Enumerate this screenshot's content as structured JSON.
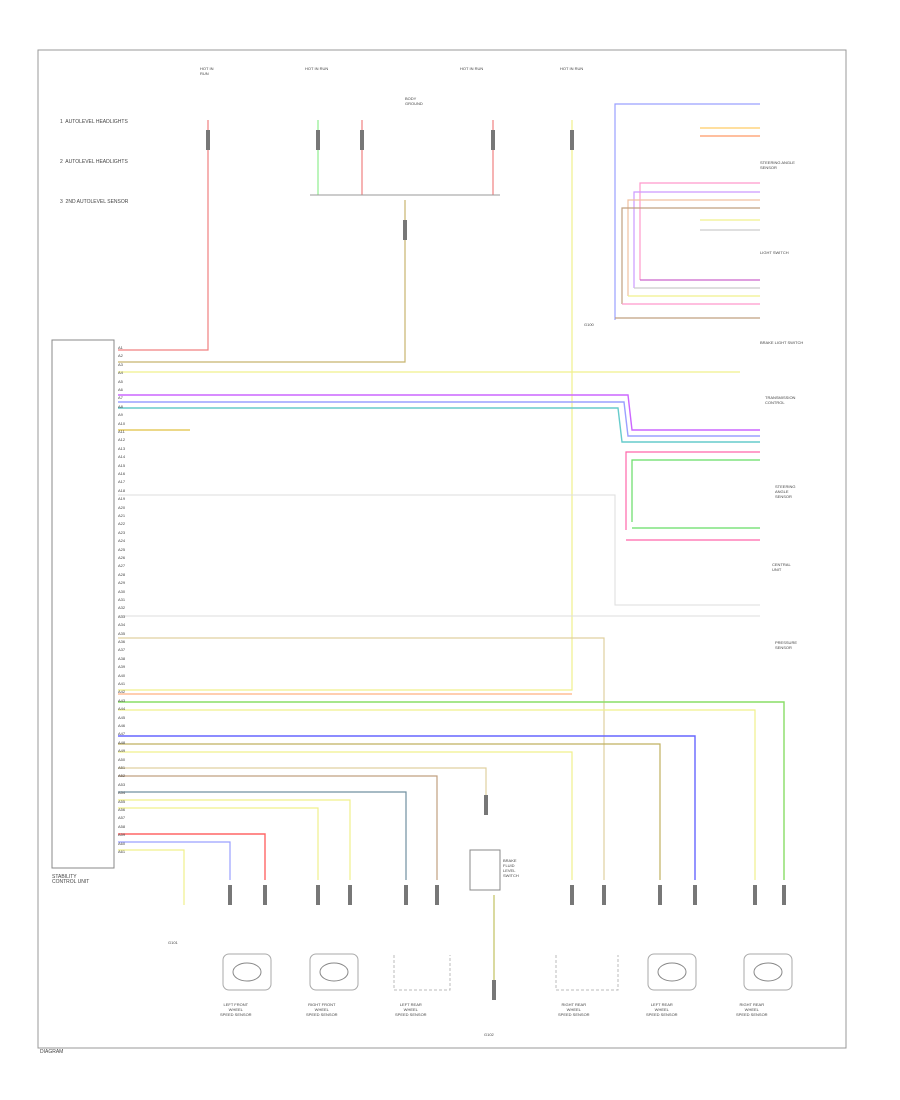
{
  "diagram": {
    "notes": [
      "1  AUTOLEVEL HEADLIGHTS",
      "2  AUTOLEVEL HEADLIGHTS",
      "3  2ND AUTOLEVEL SENSOR"
    ],
    "top_labels": {
      "fuse_a": "HOT IN\nRUN",
      "fuse_b": "HOT IN RUN",
      "fuse_c": "HOT IN RUN",
      "fuse_d": "HOT IN RUN",
      "splice_note": "BODY\nGROUND"
    },
    "control_unit_label": "STABILITY\nCONTROL UNIT",
    "left_pins": [
      "A1",
      "A2",
      "A3",
      "A4",
      "A5",
      "A6",
      "A7",
      "A8",
      "A9",
      "A10",
      "A11",
      "A12",
      "A13",
      "A14",
      "A15",
      "A16",
      "A17",
      "A18",
      "A19",
      "A20",
      "A21",
      "A22",
      "A23",
      "A24",
      "A25",
      "A26",
      "A27",
      "A28",
      "A29",
      "A30",
      "A31",
      "A32",
      "A33",
      "A34",
      "A35",
      "A36",
      "A37",
      "A38",
      "A39",
      "A40",
      "A41",
      "A42",
      "A43",
      "A44",
      "A45",
      "A46",
      "A47",
      "A48",
      "A49",
      "A50",
      "A51",
      "A52",
      "A53",
      "A54",
      "A55",
      "A56",
      "A57",
      "A58",
      "A59",
      "A60",
      "A61"
    ],
    "right_components": [
      "STEERING ANGLE\nSENSOR",
      "LIGHT SWITCH",
      "BRAKE LIGHT SWITCH",
      "TRANSMISSION\nCONTROL",
      "STEERING\nANGLE\nSENSOR",
      "CENTRAL\nUNIT",
      "PRESSURE\nSENSOR"
    ],
    "ground_labels": [
      "G100",
      "G101",
      "G102"
    ],
    "bottom_components": [
      "LEFT FRONT\nWHEEL\nSPEED SENSOR",
      "RIGHT FRONT\nWHEEL\nSPEED SENSOR",
      "LEFT REAR\nWHEEL\nSPEED SENSOR",
      "RIGHT REAR\nWHEEL\nSPEED SENSOR",
      "LEFT REAR\nWHEEL\nSPEED SENSOR",
      "RIGHT REAR\nWHEEL\nSPEED SENSOR"
    ],
    "brake_switch_label": "BRAKE\nFLUID\nLEVEL\nSWITCH",
    "footer": "DIAGRAM"
  }
}
